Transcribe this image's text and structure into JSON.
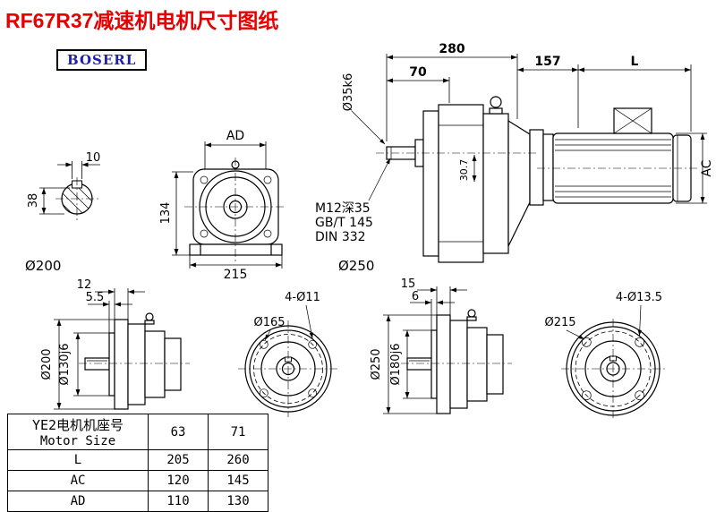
{
  "title": "RF67R37减速机电机尺寸图纸",
  "logo": "BOSERL",
  "colors": {
    "title": "#e60000",
    "logo": "#2020b0"
  },
  "dims": {
    "keyway_width": "10",
    "shaft_section_height": "38",
    "flange_small_label": "Ø200",
    "flange_large_label": "Ø250",
    "ad": "AD",
    "height_134": "134",
    "width_215": "215",
    "total_280": "280",
    "len_70": "70",
    "shaft_dia": "Ø35k6",
    "tap_hole": "M12深35",
    "tap_std1": "GB/T 145",
    "tap_std2": "DIN 332",
    "dim_30_7": "30.7",
    "motor_157": "157",
    "motor_L": "L",
    "motor_AC": "AC",
    "small_12": "12",
    "small_5_5": "5.5",
    "small_d200": "Ø200",
    "small_d130": "Ø130j6",
    "small_bolt": "4-Ø11",
    "small_bcd": "Ø165",
    "large_15": "15",
    "large_6": "6",
    "large_d250": "Ø250",
    "large_d180": "Ø180j6",
    "large_bolt": "4-Ø13.5",
    "large_bcd": "Ø215"
  },
  "table": {
    "header": {
      "label_cn": "YE2电机机座号",
      "label_en": "Motor Size",
      "size1": "63",
      "size2": "71"
    },
    "rows": [
      {
        "label": "L",
        "v1": "205",
        "v2": "260"
      },
      {
        "label": "AC",
        "v1": "120",
        "v2": "145"
      },
      {
        "label": "AD",
        "v1": "110",
        "v2": "130"
      }
    ]
  }
}
